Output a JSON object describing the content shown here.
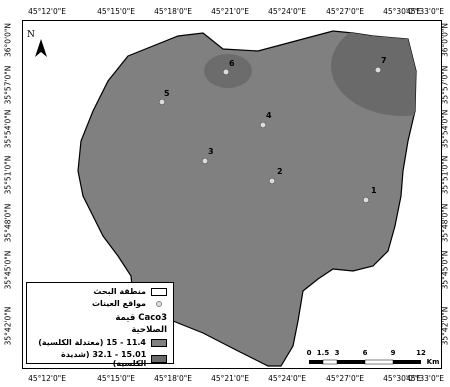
{
  "map": {
    "top_labels": [
      "45°12'0\"E",
      "45°15'0\"E",
      "45°18'0\"E",
      "45°21'0\"E",
      "45°24'0\"E",
      "45°27'0\"E",
      "45°30'0\"E",
      "45°33'0\"E"
    ],
    "bottom_labels": [
      "45°12'0\"E",
      "45°15'0\"E",
      "45°18'0\"E",
      "45°21'0\"E",
      "45°24'0\"E",
      "45°27'0\"E",
      "45°30'0\"E",
      "45°33'0\"E"
    ],
    "left_labels": [
      "36°0'0\"N",
      "35°57'0\"N",
      "35°54'0\"N",
      "35°51'0\"N",
      "35°48'0\"N",
      "35°45'0\"N",
      "35°42'0\"N"
    ],
    "right_labels": [
      "36°0'0\"N",
      "35°57'0\"N",
      "35°54'0\"N",
      "35°51'0\"N",
      "35°48'0\"N",
      "35°45'0\"N",
      "35°42'0\"N"
    ],
    "north_letter": "N",
    "sample_sites": [
      "1",
      "2",
      "3",
      "4",
      "5",
      "6",
      "7"
    ],
    "colors": {
      "moderate": "#808080",
      "high": "#6a6a6a",
      "site": "#dcdcdc"
    }
  },
  "legend": {
    "study_area": "منطقة البحث",
    "sample_sites": "مواقع العينات",
    "value_title": "قيمة Caco3",
    "suitability": "الصلاحية",
    "class_moderate": "11.4 - 15 (معتدلة الكلسية)",
    "class_high": "15.01 - 32.1 (شديدة الكلسية)"
  },
  "scale": {
    "ticks": [
      "0",
      "1.5",
      "3",
      "6",
      "9",
      "12"
    ],
    "unit": "Km"
  }
}
